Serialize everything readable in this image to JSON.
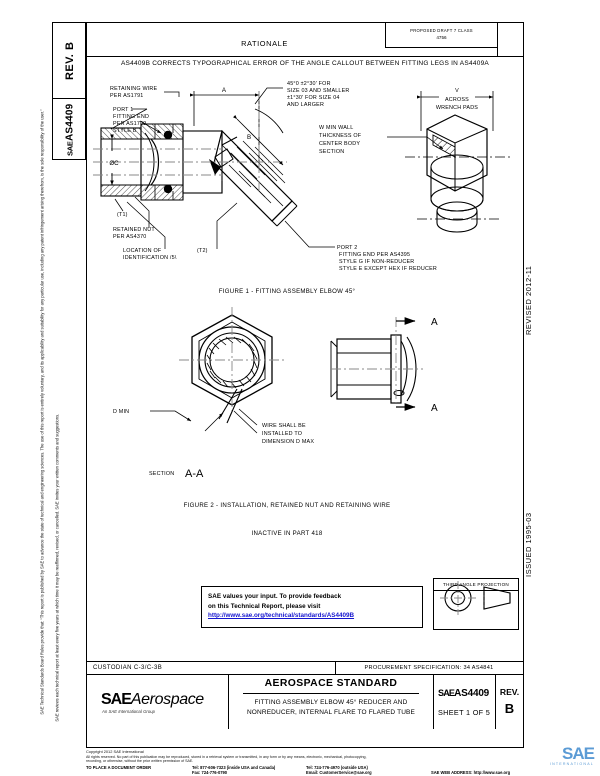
{
  "header": {
    "rev_label": "REV.",
    "rev_value": "B",
    "std_org": "SAE",
    "std_number": "AS4409",
    "rationale_title": "RATIONALE",
    "form_line1": "PROPOSED DRAFT 7 CLASS",
    "form_line2": "4756",
    "rationale_text": "AS4409B CORRECTS TYPOGRAPHICAL ERROR OF THE ANGLE CALLOUT BETWEEN FITTING LEGS IN AS4409A"
  },
  "dates": {
    "revised": "REVISED 2012-11",
    "issued": "ISSUED 1995-03"
  },
  "legal": {
    "paragraph1": "SAE Technical Standards Board Rules provide that: “This report is published by SAE to advance the state of technical and engineering sciences. The use of this report is entirely voluntary, and its applicability and suitability for any particular use, including any patent infringement arising therefrom, is the sole responsibility of the user.”",
    "paragraph2": "SAE reviews each technical report at least every five years at which time it may be reaffirmed, revised, or cancelled. SAE invites your written comments and suggestions."
  },
  "figure1": {
    "caption": "FIGURE 1 - FITTING ASSEMBLY ELBOW 45°",
    "callouts": {
      "retaining_wire": [
        "RETAINING WIRE",
        "PER AS1791"
      ],
      "port1": [
        "PORT 1",
        "FITTING END",
        "PER AS1709",
        "STYLE B"
      ],
      "dia_c": "ØC",
      "t1": "(T1)",
      "retained_nut": [
        "RETAINED NUT",
        "PER AS4370"
      ],
      "location_id": [
        "LOCATION OF",
        "IDENTIFICATION /5\\"
      ],
      "t2": "(T2)",
      "dim_a": "A",
      "dim_b": "B",
      "angle": [
        "45°0 ±2°30' FOR",
        "SIZE 03 AND SMALLER",
        "±1°30' FOR SIZE 04",
        "AND LARGER"
      ],
      "port2": [
        "PORT 2",
        "FITTING END PER AS4395",
        "STYLE G IF NON-REDUCER",
        "STYLE E EXCEPT HEX IF REDUCER"
      ],
      "w_wall": [
        "W MIN WALL",
        "THICKNESS OF",
        "CENTER BODY",
        "SECTION"
      ],
      "v_wrench": [
        "V",
        "ACROSS",
        "WRENCH PADS"
      ]
    }
  },
  "figure2": {
    "caption": "FIGURE 2 - INSTALLATION, RETAINED NUT AND RETAINING WIRE",
    "section_label": "SECTION",
    "section_value": "A-A",
    "view_arrow": "A",
    "callouts": {
      "d_min": "D MIN",
      "wire_note": [
        "WIRE SHALL BE",
        "INSTALLED TO",
        "DIMENSION D MAX"
      ]
    }
  },
  "inactive_note": "INACTIVE IN PART 418",
  "feedback": {
    "line1": "SAE values your input. To provide feedback",
    "line2": "on this Technical Report, please visit",
    "link": "http://www.sae.org/technical/standards/AS4409B"
  },
  "third_angle": {
    "title": "THIRD ANGLE PROJECTION"
  },
  "bottom": {
    "custodian": "CUSTODIAN  C-3/C-3B",
    "procurement": "PROCUREMENT SPECIFICATION: 34 AS4841",
    "sae_brand": "SAE",
    "sae_brand_italic": "Aerospace",
    "sae_brand_sub": "An SAE International Group",
    "standard_name": "AEROSPACE STANDARD",
    "description_line1": "FITTING ASSEMBLY ELBOW 45° REDUCER AND",
    "description_line2": "NONREDUCER, INTERNAL FLARE TO FLARED TUBE",
    "doc_org": "SAE",
    "doc_number": "AS4409",
    "sheet": "SHEET 1 OF 5",
    "rev_label": "REV.",
    "rev_value": "B"
  },
  "footer": {
    "copyright": "Copyright 2012 SAE International",
    "rights_line1": "All rights reserved.  No part of this publication may be reproduced, stored in a retrieval system or transmitted, in any form or by any means, electronic, mechanical, photocopying,",
    "rights_line2": "recording, or otherwise, without the prior written permission of SAE.",
    "order_label": "TO PLACE A DOCUMENT ORDER",
    "tel_usa": "Tel:  877-606-7323 (inside USA and Canada)",
    "tel_outside": "Tel:  724-776-4970 (outside USA)",
    "fax": "Fax:  724-776-0790",
    "email": "Email:  CustomerService@sae.org",
    "web_label": "SAE WEB ADDRESS:",
    "web_url": "http://www.sae.org",
    "watermark": "SAE",
    "watermark_sub": "INTERNATIONAL"
  }
}
